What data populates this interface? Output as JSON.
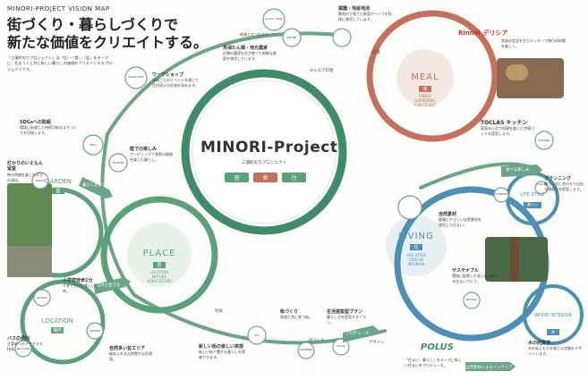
{
  "header": {
    "small_title": "MINORI-PROJECT VISION MAP",
    "headline_line1": "街づくり・暮らしづくりで",
    "headline_line2": "新たな価値をクリエイトする。"
  },
  "intro_text": "「三連町のりプロジェクト」は『住』・『食』・『居』をテーマに、住まう人と共に新しい暮らしの価値をクリエイトするプロジェクトです。",
  "center": {
    "title": "MINORI-Project",
    "subtitle": "三連町のりプロジェクト",
    "pill_1": "居",
    "pill_2": "食",
    "pill_3": "住"
  },
  "meal": {
    "title": "MEAL",
    "kanji": "食",
    "sub1": "FAMILY",
    "sub2": "GATHERING",
    "sub3": "FUN TO EAT",
    "items": [
      {
        "title": "見頃たん畑・地元農家",
        "text": "近隣の農家の方が育てた新鮮な野菜を使用しています。"
      },
      {
        "title": "菜園・地産地消",
        "text": "敷地内で育てた野菜やハーブを料理に使用しています。"
      },
      {
        "title": "Rinnai デリシア",
        "text": "家族の会話を生むキッチンで毎日の料理を楽しく。"
      },
      {
        "title": "TOCLAS キッチン",
        "text": "家族みんなで料理を楽しむ空間づくりを提案します。"
      }
    ],
    "tags": {
      "local_food": "LOCAL FOOD",
      "kitchen": "KITCHEN",
      "recipe": "RECIPE",
      "farm_to": "地域とのつながり"
    },
    "arrow_1": "収穫",
    "arrow_2": "食べる楽しみ",
    "arrow_3": "みんなで料理"
  },
  "living": {
    "title": "LIVING",
    "kanji": "住",
    "sub1": "LIFE STYLE",
    "sub2": "DESIGN",
    "sub3": "INTERIOR",
    "items": [
      {
        "title": "プランニング",
        "text": "暮らし方に合わせた自由な間取りを提案します。"
      },
      {
        "title": "自然素材",
        "text": "健康にやさしい自然素材を使用した住まい。"
      },
      {
        "title": "サステナブル",
        "text": "環境に配慮した長く住み継げる住まいづくり。"
      },
      {
        "title": "木の肉質感",
        "text": "木のぬくもりを感じる空間をデザインします。"
      }
    ],
    "lifestyle_title": "LIFE STYLE",
    "lifestyle_kanji": "暮らし",
    "wood_title": "WOOD INTERIOR",
    "wood_kanji": "木",
    "polus": "POLUS",
    "polus_text": "「住まい・暮らし」をテーマに新しい住まいをプロデュース。",
    "tags": {
      "quality": "QUALITY",
      "planning": "PLANNING",
      "natural": "NATURAL",
      "house": "HOUSE"
    },
    "arrow_1": "デザイン",
    "arrow_2": "プロデュース",
    "arrow_3": "自然素材によるインテリア"
  },
  "place": {
    "title": "PLACE",
    "kanji": "居",
    "sub1": "LOCATION",
    "sub2": "NATURE",
    "sub3": "AGRICULTURE",
    "garden_title": "GARDEN",
    "garden_kanji": "庭",
    "location_title": "LOCATION",
    "location_kanji": "場所",
    "items": [
      {
        "title": "ワークショップ",
        "text": "季節ごとのイベントを通じて住民同士の交流を深めます。"
      },
      {
        "title": "SDGsへの取組",
        "text": "環境に配慮した持続可能なまちづくりを目指します。"
      },
      {
        "title": "庭での楽しみ",
        "text": "ガーデニングで季節の植物を楽しむ暮らし。"
      },
      {
        "title": "灯かりのいえもん留室",
        "text": "夜の時間を楽しむ灯りの演出。"
      },
      {
        "title": "小学校徒歩1分",
        "text": "子育て世代に嬉しい立地。"
      },
      {
        "title": "新しい街の楽しい実感",
        "text": "新しい街で豊かな暮らしを実感できます。"
      },
      {
        "title": "バスの便利",
        "text": "主要駅へのアクセスも快適。"
      },
      {
        "title": "自然多い並エリア",
        "text": "緑あふれる自然豊かな住環境。"
      },
      {
        "title": "街づくり",
        "text": "地域と共に育つ街。"
      },
      {
        "title": "生活提案型プラン",
        "text": "暮らし方を提案するプラン。"
      }
    ],
    "tags": {
      "workshop": "WORK SHOP",
      "garden": "GARDEN",
      "sdgs": "SDGs",
      "safety": "SAFETY",
      "school": "SCHOOL",
      "nature": "NATURE",
      "bus": "BUS STOP",
      "city": "CITY",
      "gathering": "GATHERING"
    },
    "arrow_1": "暮らしを楽しむ",
    "arrow_2": "地域",
    "arrow_3": "自然と生きる",
    "arrow_4": "街づくり"
  },
  "colors": {
    "meal": "#c4705a",
    "living": "#4d8fb5",
    "place": "#5aa078",
    "ring": "#5f9a7f",
    "center_ring": "#3f8c6a"
  }
}
